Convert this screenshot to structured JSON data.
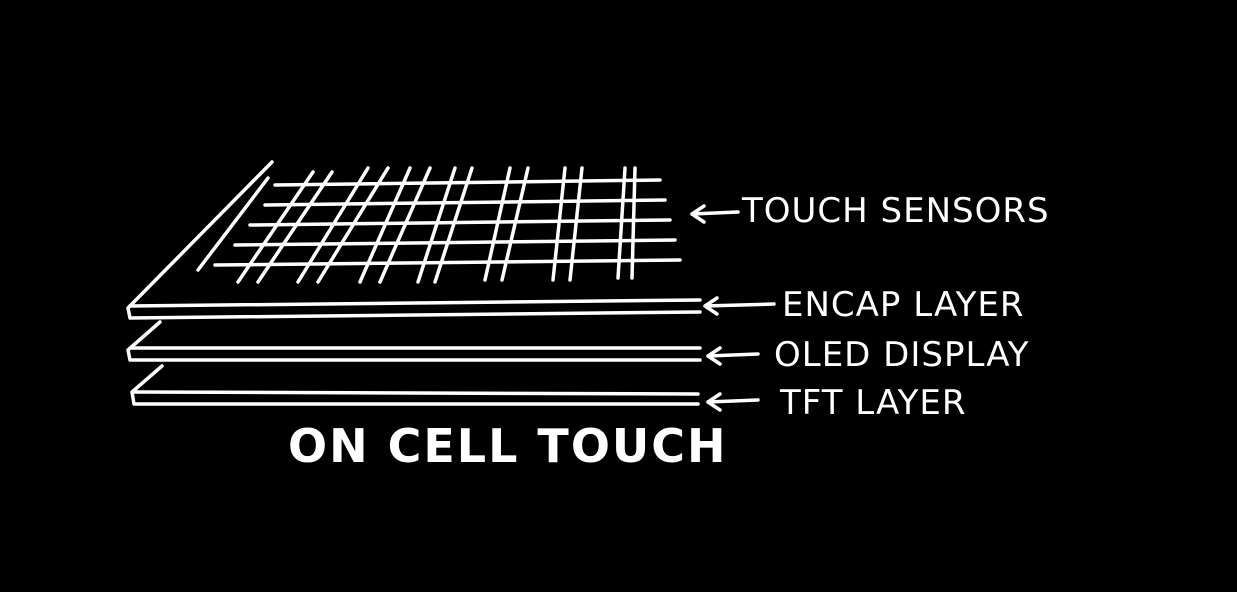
{
  "diagram": {
    "background_color": "#000000",
    "ink_color": "#ffffff",
    "style": "hand-drawn line sketch",
    "layers": [
      {
        "id": "touch-sensors",
        "label": "TOUCH SENSORS"
      },
      {
        "id": "encap-layer",
        "label": "ENCAP LAYER"
      },
      {
        "id": "oled-display",
        "label": "OLED DISPLAY"
      },
      {
        "id": "tft-layer",
        "label": "TFT LAYER"
      }
    ],
    "caption": "ON CELL TOUCH",
    "icons": {
      "arrow": "left-arrow-icon"
    }
  }
}
